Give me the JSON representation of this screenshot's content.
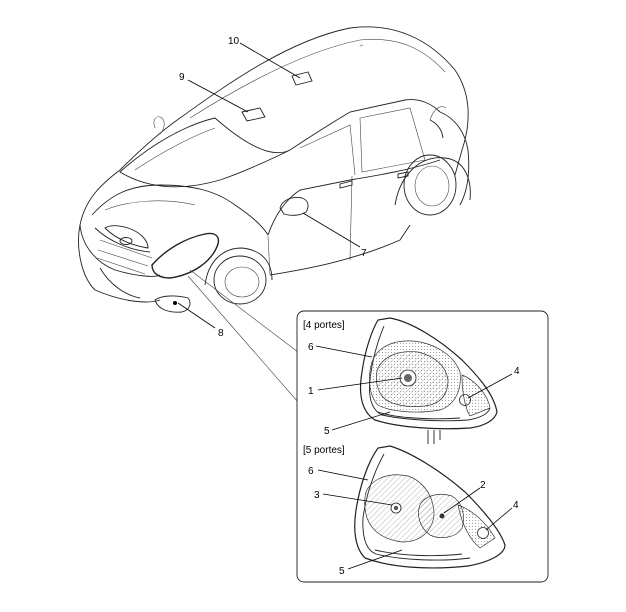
{
  "callouts": {
    "c1": "1",
    "c2": "2",
    "c3": "3",
    "c4a": "4",
    "c4b": "4",
    "c5a": "5",
    "c5b": "5",
    "c6a": "6",
    "c6b": "6",
    "c7": "7",
    "c8": "8",
    "c9": "9",
    "c10": "10"
  },
  "panels": {
    "four_door": "[4 portes]",
    "five_door": "[5 portes]"
  }
}
